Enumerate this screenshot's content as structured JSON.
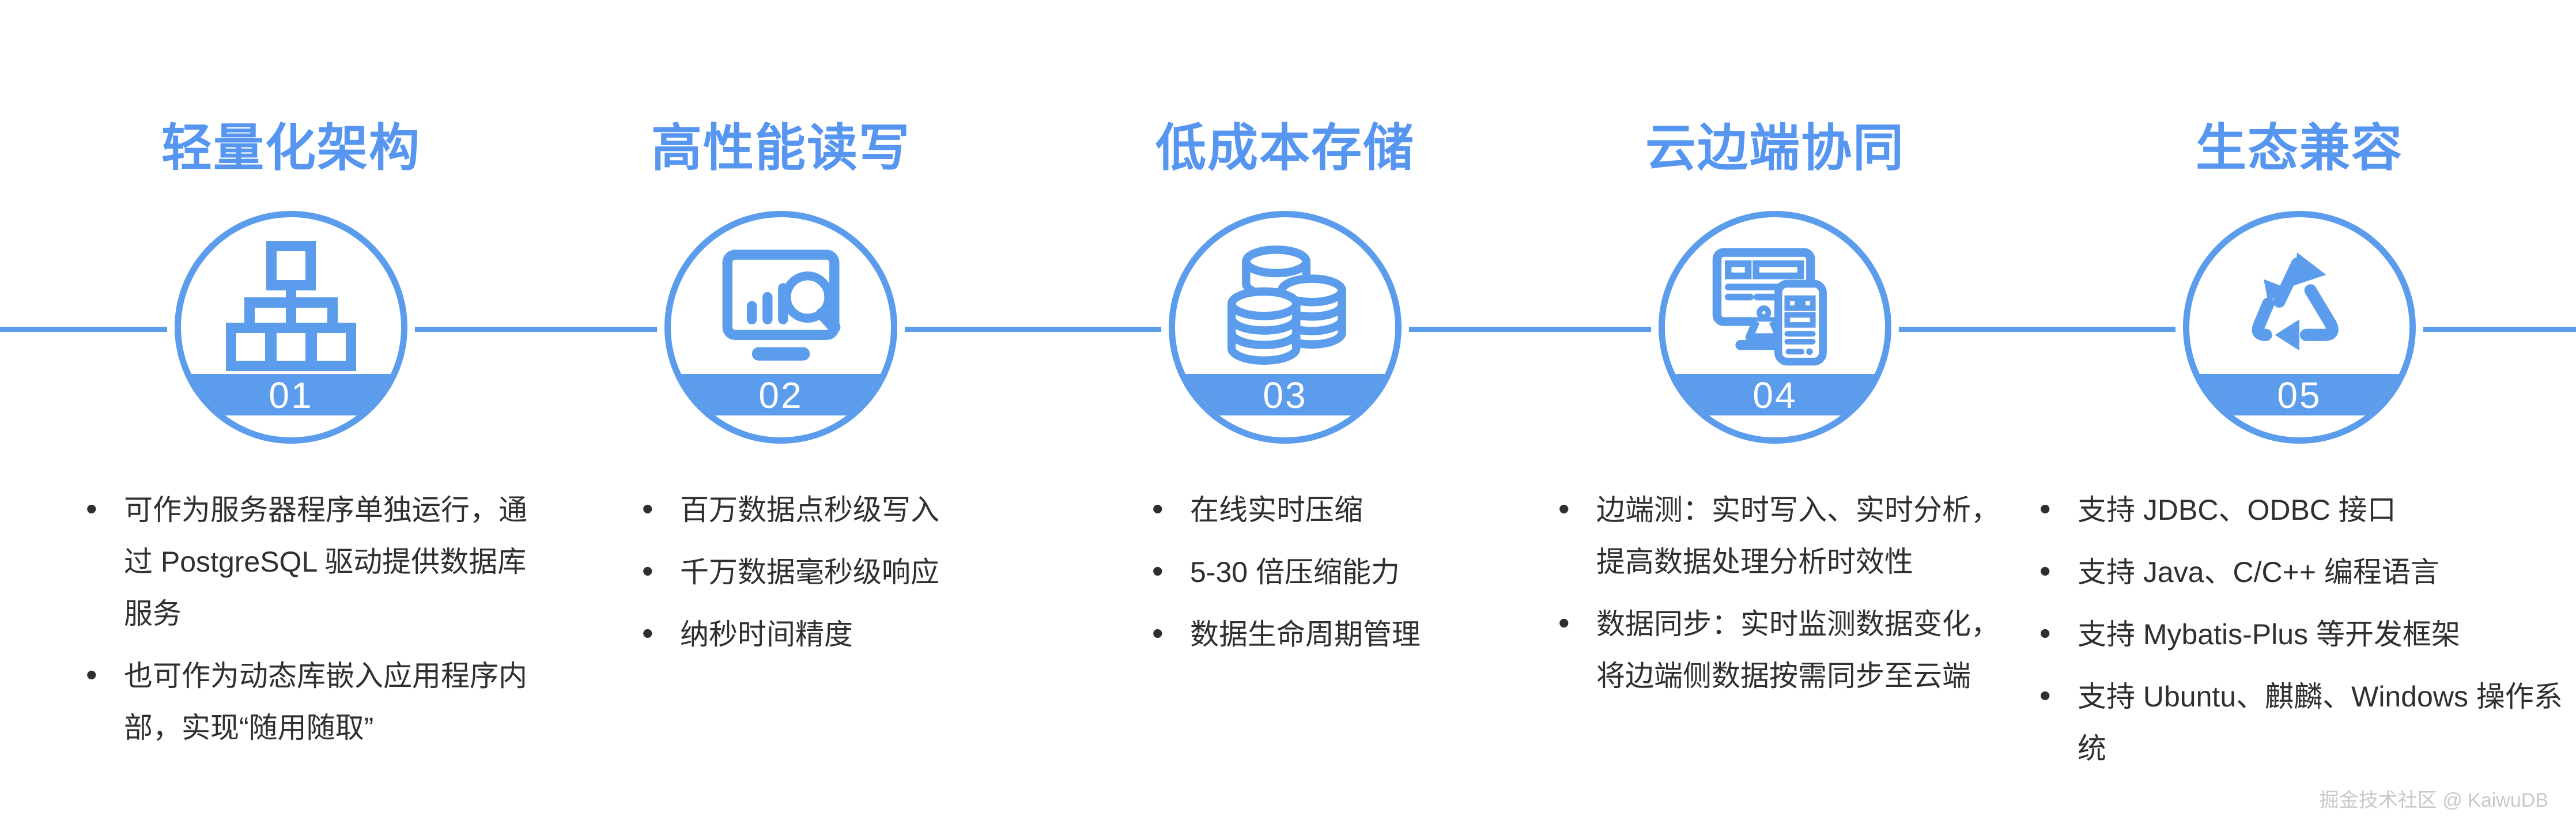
{
  "page": {
    "background": "#ffffff",
    "accent_blue": "#5C9CEC",
    "title_blue": "#5695F0",
    "body_text_color": "#2f2f2f"
  },
  "watermark": "掘金技术社区 @ KaiwuDB",
  "columns": [
    {
      "title": "轻量化架构",
      "number": "01",
      "icon": "hierarchy-icon",
      "bullets": [
        "可作为服务器程序单独运行，通过 PostgreSQL 驱动提供数据库服务",
        "也可作为动态库嵌入应用程序内部，实现“随用随取”"
      ]
    },
    {
      "title": "高性能读写",
      "number": "02",
      "icon": "dashboard-search-icon",
      "bullets": [
        "百万数据点秒级写入",
        "千万数据毫秒级响应",
        "纳秒时间精度"
      ]
    },
    {
      "title": "低成本存储",
      "number": "03",
      "icon": "database-icon",
      "bullets": [
        "在线实时压缩",
        "5-30 倍压缩能力",
        "数据生命周期管理"
      ]
    },
    {
      "title": "云边端协同",
      "number": "04",
      "icon": "devices-icon",
      "bullets": [
        "边端测：实时写入、实时分析，提高数据处理分析时效性",
        "数据同步：实时监测数据变化，将边端侧数据按需同步至云端"
      ]
    },
    {
      "title": "生态兼容",
      "number": "05",
      "icon": "recycle-icon",
      "bullets": [
        "支持 JDBC、ODBC 接口",
        "支持 Java、C/C++ 编程语言",
        "支持 Mybatis-Plus 等开发框架",
        "支持 Ubuntu、麒麟、Windows 操作系统"
      ]
    }
  ]
}
